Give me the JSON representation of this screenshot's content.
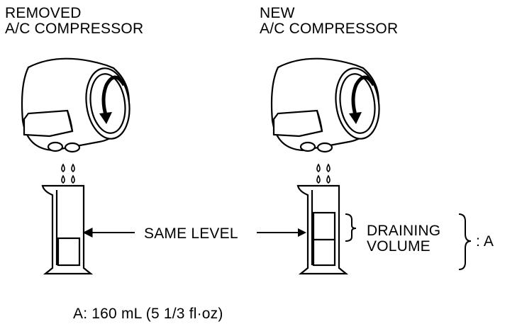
{
  "labels": {
    "removed_line1": "REMOVED",
    "removed_line2": "A/C COMPRESSOR",
    "new_line1": "NEW",
    "new_line2": "A/C COMPRESSOR",
    "same_level": "SAME LEVEL",
    "draining_line1": "DRAINING",
    "draining_line2": "VOLUME",
    "a_marker": ": A",
    "spec": "A: 160 mL (5 1/3 fl·oz)"
  }
}
